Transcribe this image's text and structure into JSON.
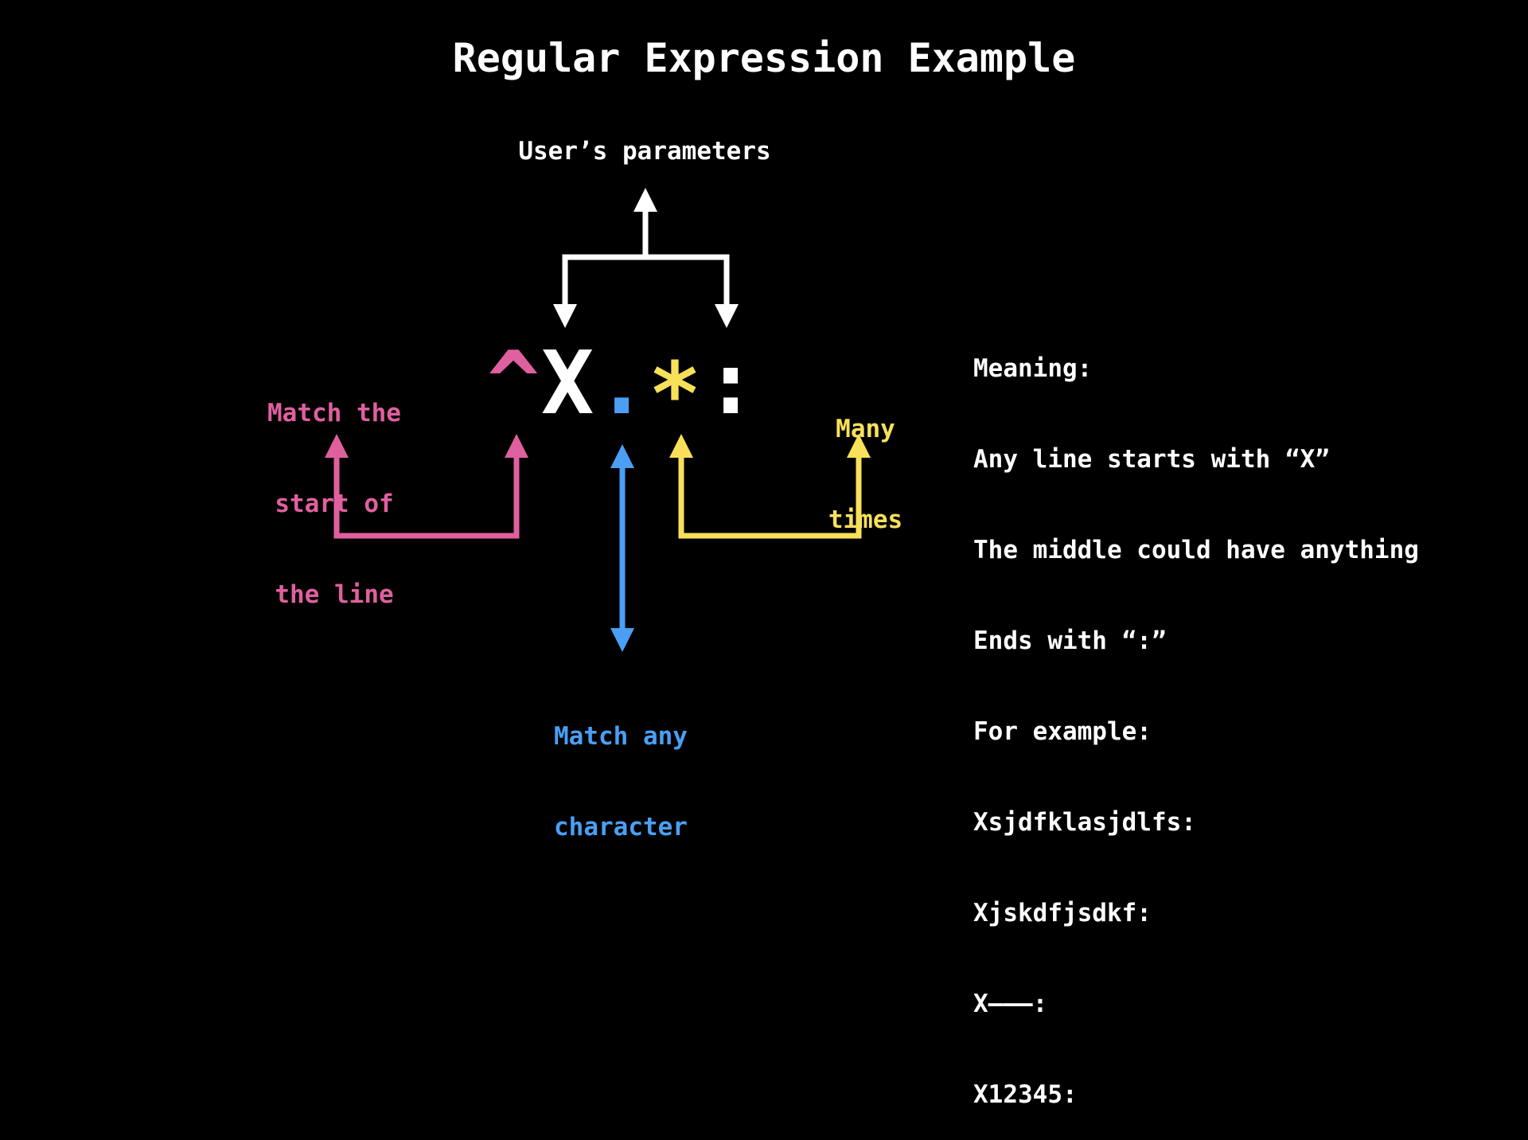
{
  "title": "Regular Expression Example",
  "labels": {
    "users_parameters": "User’s parameters",
    "match_start": [
      "Match the",
      "start of",
      "the line"
    ],
    "match_any": [
      "Match any",
      "character"
    ],
    "many_times": [
      "Many",
      "times"
    ]
  },
  "regex": {
    "caret": "^",
    "x": "X",
    "dot": ".",
    "star": "*",
    "colon": ":"
  },
  "meaning": {
    "lines": [
      "Meaning:",
      "Any line starts with “X”",
      "The middle could have anything",
      "Ends with “:”",
      "For example:",
      "Xsjdfklasjdlfs:",
      "Xjskdfjsdkf:",
      "X———:",
      "X12345:"
    ]
  },
  "colors": {
    "background": "#000000",
    "text": "#ffffff",
    "pink": "#e0609f",
    "blue": "#4a9ff5",
    "yellow": "#f8e05a"
  }
}
